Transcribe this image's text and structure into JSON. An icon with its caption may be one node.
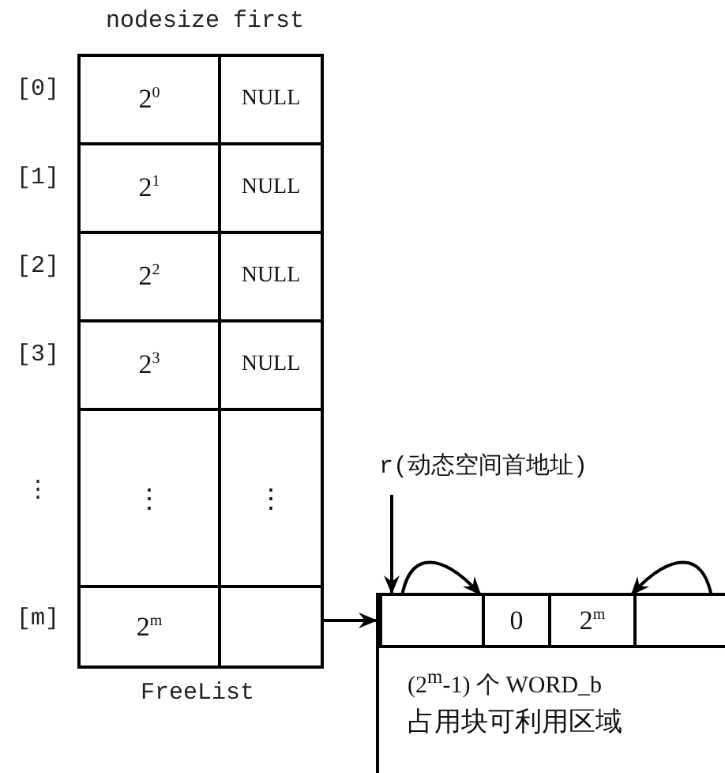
{
  "diagram": {
    "nodes": [
      {
        "text": [
          "2$^{0}$"
        ]
      },
      {
        "text": [
          "NULL"
        ]
      },
      {
        "text": [
          "2$^{1}$"
        ]
      },
      {
        "text": [
          "NULL"
        ]
      },
      {
        "text": [
          "2$^{2}$"
        ]
      },
      {
        "text": [
          "NULL"
        ]
      },
      {
        "text": [
          "2$^{3}$"
        ]
      },
      {
        "text": [
          "NULL"
        ]
      },
      {
        "text": [
          "⋮"
        ]
      },
      {
        "text": [
          "⋮"
        ]
      },
      {
        "text": [
          "2$^{m}$"
        ]
      },
      {
        "text": [],
        "shape": "box"
      },
      {
        "text": [
          "(2$^{m}$-1) 个 WORD_b",
          "占用块可利用区域"
        ]
      },
      {
        "text": [],
        "shape": "box",
        "in": 12
      },
      {
        "text": [
          "0"
        ],
        "in": 12
      },
      {
        "text": [
          "2$^{m}$"
        ],
        "in": 12
      },
      {
        "text": [],
        "shape": "box",
        "in": 12
      },
      {
        "text": [
          "r(动态空间首地址)"
        ]
      }
    ],
    "edges": [
      {
        "from": 11,
        "to": 13,
        "arrow": "to"
      },
      {
        "from": 17,
        "to": 13,
        "arrow": "to"
      },
      {
        "from": 13,
        "to": 14,
        "arrow": "to"
      },
      {
        "from": 16,
        "to": 15,
        "arrow": "to"
      }
    ],
    "labels": [
      "nodesize",
      "first",
      "[0]",
      "[1]",
      "[2]",
      "[3]",
      "⋮",
      "[m]",
      "FreeList"
    ]
  }
}
